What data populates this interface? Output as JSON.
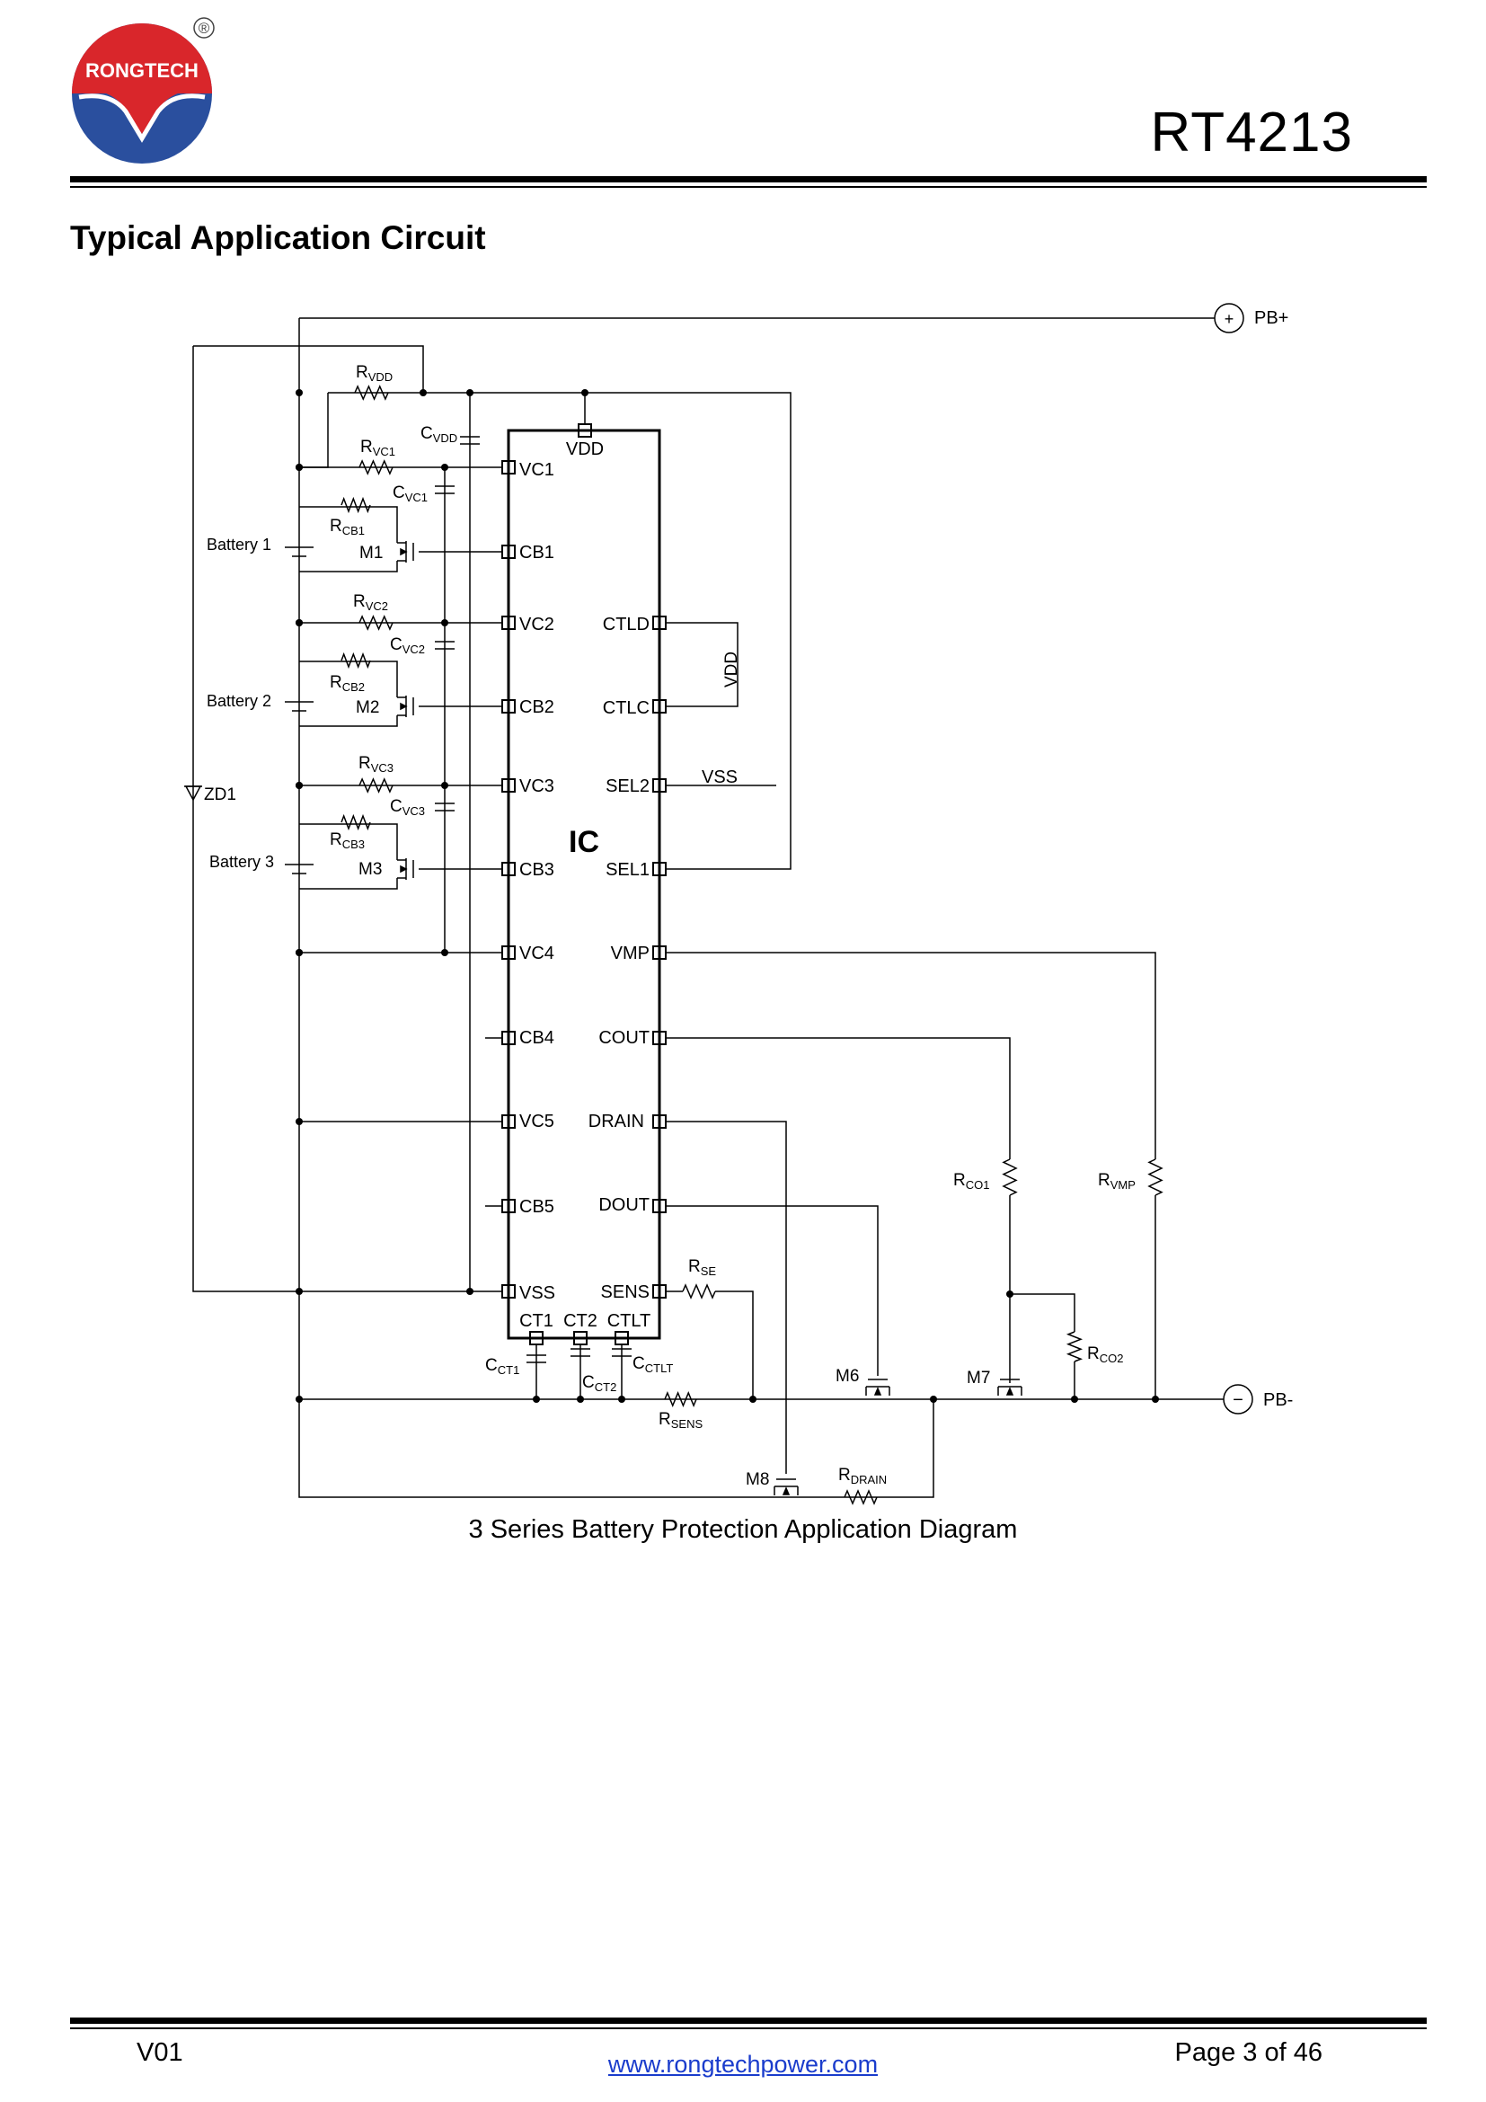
{
  "header": {
    "logo_text": "RONGTECH",
    "registered_mark": "®",
    "part_number": "RT4213"
  },
  "section_title": "Typical Application Circuit",
  "diagram": {
    "ic_label": "IC",
    "terminals": {
      "pb_plus": "PB+",
      "pb_minus": "PB-",
      "plus_sign": "+",
      "minus_sign": "−"
    },
    "left_pins": [
      "VC1",
      "CB1",
      "VC2",
      "CB2",
      "VC3",
      "CB3",
      "VC4",
      "CB4",
      "VC5",
      "CB5",
      "VSS"
    ],
    "right_pins": [
      "CTLD",
      "CTLC",
      "SEL2",
      "SEL1",
      "VMP",
      "COUT",
      "DRAIN",
      "DOUT",
      "SENS"
    ],
    "bottom_pins": [
      "CT1",
      "CT2",
      "CTLT"
    ],
    "top_pin": "VDD",
    "net_labels": {
      "vdd_rotated": "VDD",
      "vss": "VSS"
    },
    "batteries": [
      "Battery 1",
      "Battery 2",
      "Battery 3"
    ],
    "mosfets": [
      "M1",
      "M2",
      "M3",
      "M6",
      "M7",
      "M8"
    ],
    "zener": "ZD1",
    "components": [
      {
        "base": "R",
        "sub": "VDD"
      },
      {
        "base": "C",
        "sub": "VDD"
      },
      {
        "base": "R",
        "sub": "VC1"
      },
      {
        "base": "C",
        "sub": "VC1"
      },
      {
        "base": "R",
        "sub": "CB1"
      },
      {
        "base": "R",
        "sub": "VC2"
      },
      {
        "base": "C",
        "sub": "VC2"
      },
      {
        "base": "R",
        "sub": "CB2"
      },
      {
        "base": "R",
        "sub": "VC3"
      },
      {
        "base": "C",
        "sub": "VC3"
      },
      {
        "base": "R",
        "sub": "CB3"
      },
      {
        "base": "R",
        "sub": "SE"
      },
      {
        "base": "R",
        "sub": "SENS"
      },
      {
        "base": "C",
        "sub": "CT1"
      },
      {
        "base": "C",
        "sub": "CT2"
      },
      {
        "base": "C",
        "sub": "CTLT"
      },
      {
        "base": "R",
        "sub": "CO1"
      },
      {
        "base": "R",
        "sub": "VMP"
      },
      {
        "base": "R",
        "sub": "CO2"
      },
      {
        "base": "R",
        "sub": "DRAIN"
      }
    ],
    "caption": "3 Series Battery Protection Application Diagram"
  },
  "footer": {
    "version": "V01",
    "url": "www.rongtechpower.com",
    "page": "Page 3 of 46"
  },
  "colors": {
    "logo_red": "#d9262b",
    "logo_blue": "#2a4f9e",
    "link_blue": "#1a3ccc"
  }
}
